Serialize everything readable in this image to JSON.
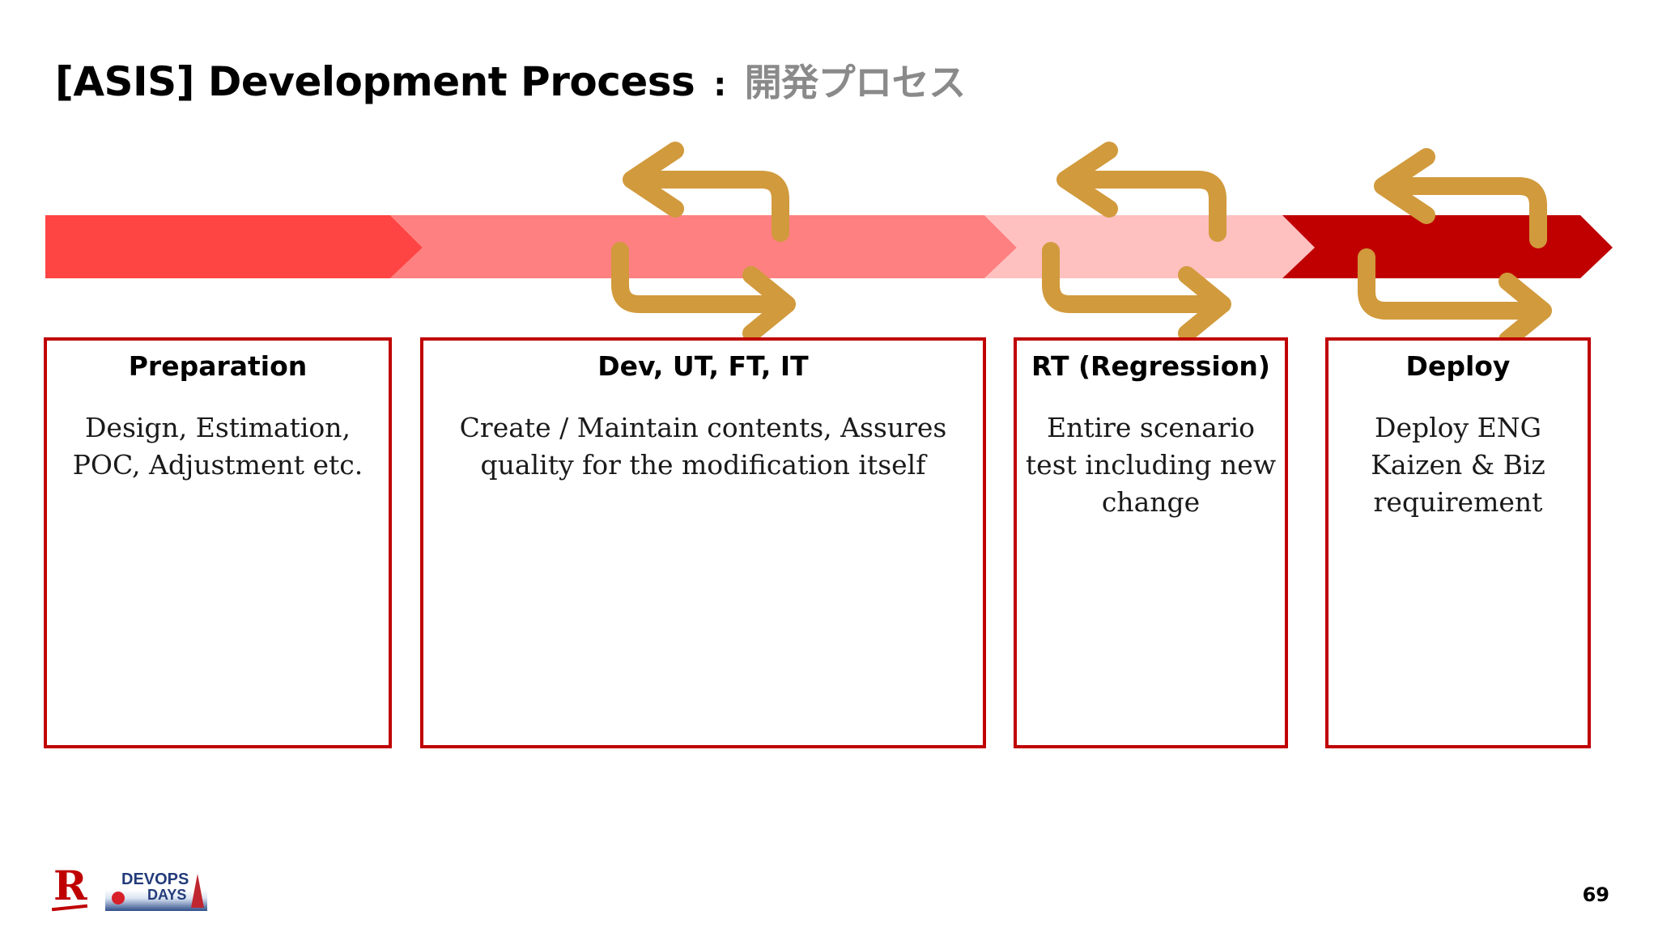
{
  "title": {
    "main": "[ASIS] Development Process",
    "separator": ":",
    "japanese": "開発プロセス"
  },
  "colors": {
    "stage1": "#ff4444",
    "stage2": "#ff8080",
    "stage3": "#ffc0c0",
    "stage4": "#c00000",
    "box_border": "#c00000",
    "loop_arrow": "#d19a3c"
  },
  "stages": [
    {
      "heading": "Preparation",
      "desc": "Design, Estimation, POC, Adjustment etc."
    },
    {
      "heading": "Dev, UT, FT, IT",
      "desc": "Create / Maintain contents, Assures quality for the modification itself"
    },
    {
      "heading": "RT (Regression)",
      "desc": "Entire scenario test including new change"
    },
    {
      "heading": "Deploy",
      "desc": "Deploy ENG Kaizen & Biz requirement"
    }
  ],
  "loop_icons": [
    "cycle-arrows-icon",
    "cycle-arrows-icon",
    "cycle-arrows-icon"
  ],
  "footer": {
    "brand_logo": "R",
    "event_logo_line1": "DEVOPS",
    "event_logo_line2": "DAYS",
    "page_number": "69"
  }
}
